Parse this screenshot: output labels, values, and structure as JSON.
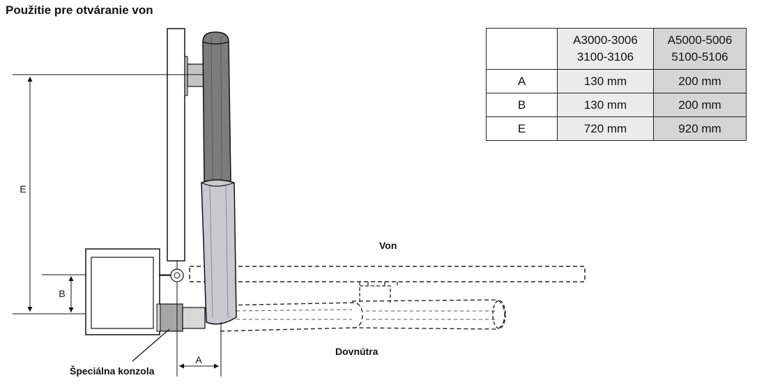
{
  "title": "Použitie pre otváranie von",
  "labels": {
    "von": "Von",
    "dovnutra": "Dovnútra",
    "bracket": "Špeciálna konzola",
    "dim_a": "A",
    "dim_b": "B",
    "dim_e": "E"
  },
  "table": {
    "headers": [
      "",
      "A3000-3006\n3100-3106",
      "A5000-5006\n5100-5106"
    ],
    "rows": [
      {
        "name": "A",
        "col1": "130 mm",
        "col2": "200 mm"
      },
      {
        "name": "B",
        "col1": "130 mm",
        "col2": "200 mm"
      },
      {
        "name": "E",
        "col1": "720 mm",
        "col2": "920 mm"
      }
    ]
  },
  "colors": {
    "cylinder_dark": "#7c7c7c",
    "cylinder_light": "#c9c9cf",
    "bracket_gray": "#a6a6a6",
    "table_col1": "#ebebeb",
    "table_col2": "#d5d5d5"
  }
}
